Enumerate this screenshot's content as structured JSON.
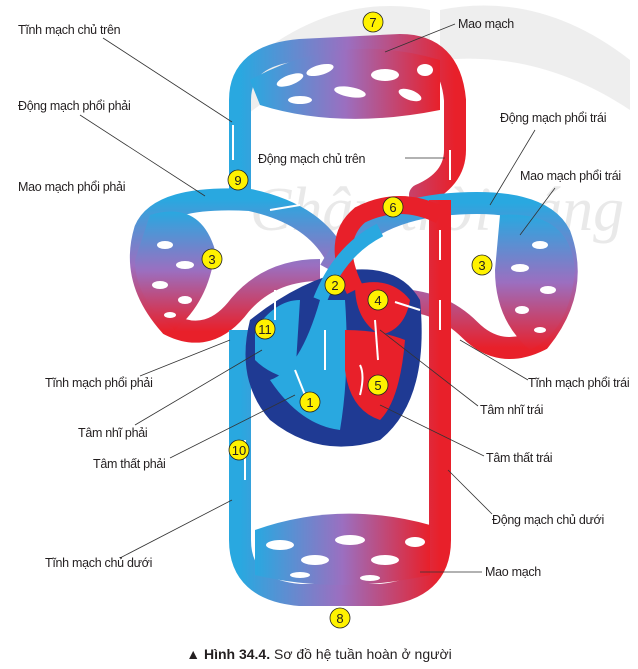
{
  "watermark": "Chân trời sáng tạo",
  "colors": {
    "oxygen_poor": "#29a8e0",
    "oxygen_rich": "#e8202a",
    "heart_wall": "#1f3a93",
    "capillary": "#9b6fc0",
    "badge": "#fff200"
  },
  "labels": {
    "superior_vena_cava": "Tĩnh mạch chủ trên",
    "capillaries_top": "Mao mạch",
    "right_pulmonary_artery": "Động mạch phổi phải",
    "left_pulmonary_artery": "Động mạch phổi trái",
    "ascending_aorta": "Động mạch chủ trên",
    "right_lung_capillaries": "Mao mạch phổi phải",
    "left_lung_capillaries": "Mao mạch phổi trái",
    "right_pulmonary_vein": "Tĩnh mạch phổi phải",
    "left_pulmonary_vein": "Tĩnh mạch phổi trái",
    "left_atrium": "Tâm nhĩ trái",
    "right_atrium": "Tâm nhĩ phải",
    "right_ventricle": "Tâm thất phải",
    "left_ventricle": "Tâm thất trái",
    "descending_aorta": "Động mạch chủ dưới",
    "inferior_vena_cava": "Tĩnh mạch chủ dưới",
    "capillaries_bottom": "Mao mạch"
  },
  "numbers": {
    "n1": "1",
    "n2": "2",
    "n3a": "3",
    "n3b": "3",
    "n4": "4",
    "n5": "5",
    "n6": "6",
    "n7": "7",
    "n8": "8",
    "n9": "9",
    "n10": "10",
    "n11": "11"
  },
  "caption": {
    "prefix": "▲ ",
    "figure": "Hình 34.4.",
    "text": " Sơ đồ hệ tuần hoàn ở người"
  }
}
